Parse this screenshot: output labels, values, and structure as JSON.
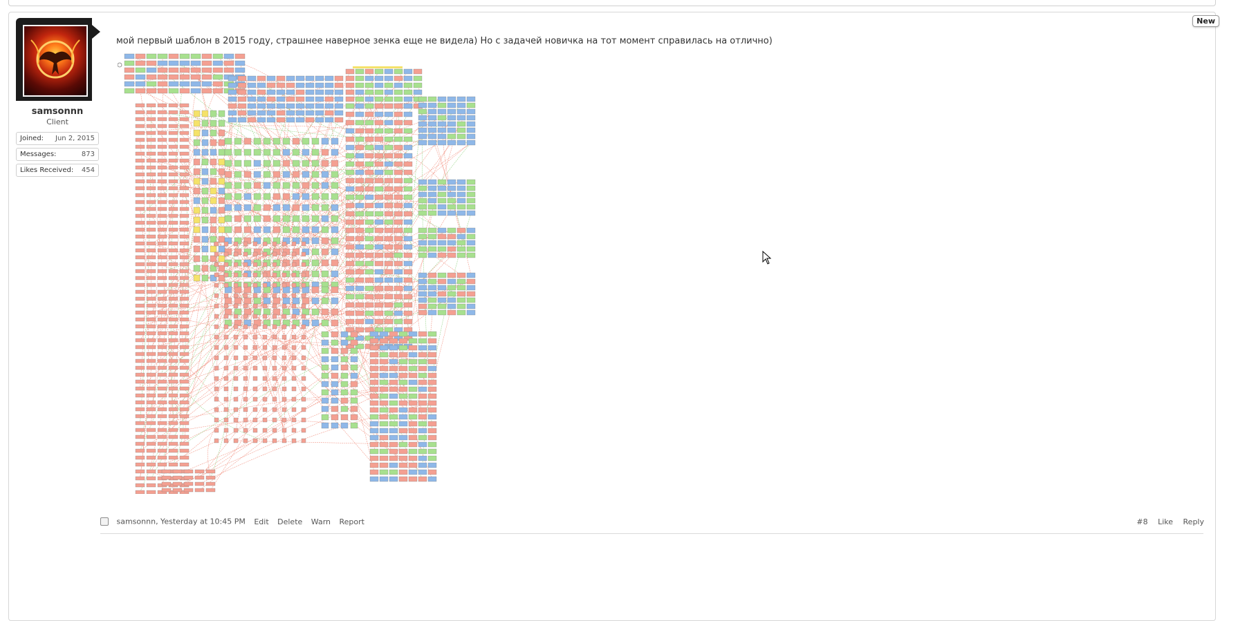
{
  "post": {
    "new_badge": "New",
    "message": "мой первый шаблон в 2015 году, страшнее наверное зенка еще не видела) Но с задачей новичка на тот момент справилась на отлично)"
  },
  "user": {
    "name": "samsonnn",
    "title": "Client",
    "stats": [
      {
        "label": "Joined:",
        "value": "Jun 2, 2015"
      },
      {
        "label": "Messages:",
        "value": "873"
      },
      {
        "label": "Likes Received:",
        "value": "454"
      }
    ]
  },
  "footer": {
    "author_time": "samsonnn, Yesterday at 10:45 PM",
    "edit": "Edit",
    "delete": "Delete",
    "warn": "Warn",
    "report": "Report",
    "post_number": "#8",
    "like": "Like",
    "reply": "Reply"
  },
  "colors": {
    "node_red": "#f4a092",
    "node_blue": "#8fb8e8",
    "node_green": "#a8e08f",
    "node_yellow": "#f5e26a",
    "link_red": "#ef7a66",
    "link_green": "#7cc96a"
  },
  "icons": {
    "avatar": "mockingjay-fire-emblem",
    "cursor": "mouse-pointer-icon"
  }
}
